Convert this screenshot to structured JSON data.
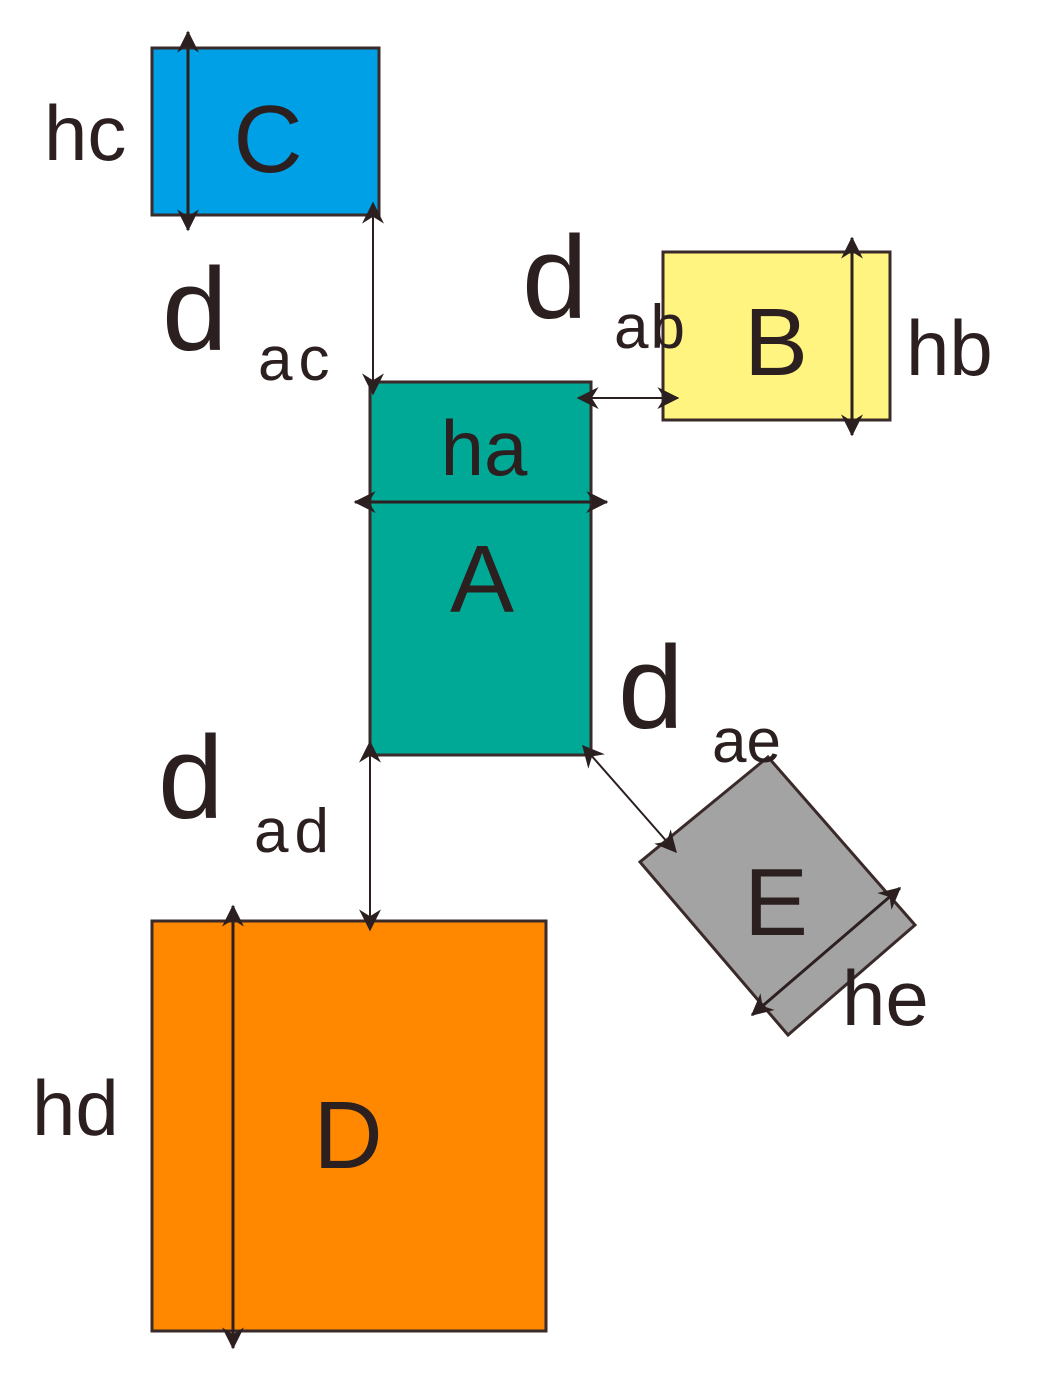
{
  "diagram": {
    "type": "block-layout-distance-schematic",
    "colors": {
      "block_a": "#00a896",
      "block_b": "#fff480",
      "block_c": "#00a0e6",
      "block_d": "#ff8800",
      "block_e": "#a3a3a3",
      "stroke": "#3a2a2a",
      "text": "#2b1f1f"
    },
    "blocks": [
      {
        "id": "A",
        "label": "A",
        "height_label": "ha"
      },
      {
        "id": "B",
        "label": "B",
        "height_label": "hb"
      },
      {
        "id": "C",
        "label": "C",
        "height_label": "hc"
      },
      {
        "id": "D",
        "label": "D",
        "height_label": "hd"
      },
      {
        "id": "E",
        "label": "E",
        "height_label": "he"
      }
    ],
    "distances": [
      {
        "from": "A",
        "to": "B",
        "main": "d",
        "sub": "ab"
      },
      {
        "from": "A",
        "to": "C",
        "main": "d",
        "sub": "ac"
      },
      {
        "from": "A",
        "to": "D",
        "main": "d",
        "sub": "ad"
      },
      {
        "from": "A",
        "to": "E",
        "main": "d",
        "sub": "ae"
      }
    ]
  }
}
